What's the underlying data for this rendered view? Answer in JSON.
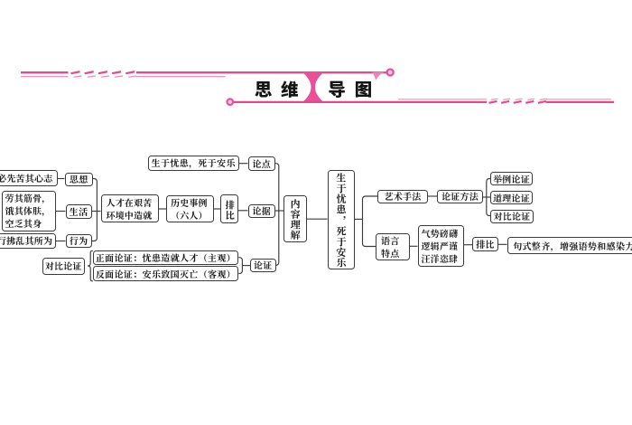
{
  "page": {
    "background": "#ffffff"
  },
  "header": {
    "accent_pink": "#e4498f",
    "accent_pink_light": "#ec92ba",
    "title_part1": "思 维",
    "title_part2": "导 图"
  },
  "mindmap": {
    "subject": "生于忧患，死于安乐",
    "nodes": {
      "cause_thought": "必先苦其心志",
      "cause_life": "劳其筋骨，饿其体肤，空乏其身",
      "cause_behavior": "行拂乱其所为",
      "aspect_thought": "思想",
      "aspect_life": "生活",
      "aspect_behavior": "行为",
      "talent": "人才在艰苦环境中造就",
      "history": "历史事例（六人）",
      "paibi_mid": "排比",
      "thesis": "生于忧患，死于安乐",
      "lundian": "论点",
      "lunju": "论据",
      "duibi_left": "对比论证",
      "positive": "正面论证：忧患造就人才（主观）",
      "negative": "反面论证：安乐致国灭亡（客观）",
      "lunzheng": "论证",
      "content_understanding": "内容理解",
      "central_title": "生于忧患，死于安乐",
      "art_technique": "艺术手法",
      "argument_methods": "论证方法",
      "juli": "举例论证",
      "daoli": "道理论证",
      "duibi_right": "对比论证",
      "language_features": "语言特点",
      "style_traits": "气势磅礴逻辑严谨汪洋恣肆",
      "paibi_bottom": "排比",
      "effect": "句式整齐，增强语势和感染力"
    }
  }
}
